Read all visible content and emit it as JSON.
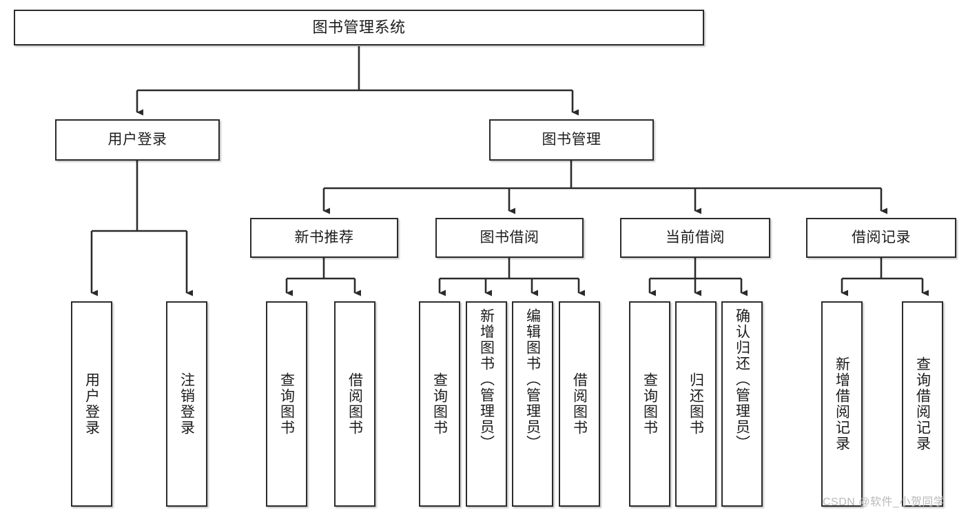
{
  "diagram": {
    "title": "图书管理系统",
    "type": "tree",
    "colors": {
      "node_border": "#2b2b2b",
      "node_fill": "#ffffff",
      "edge": "#2b2b2b",
      "text": "#1c1c1c",
      "watermark": "#b9b9b9"
    },
    "watermark": "CSDN @软件_小贺同学",
    "nodes": {
      "root": {
        "label": "图书管理系统"
      },
      "level2": [
        {
          "id": "user-login",
          "label": "用户登录"
        },
        {
          "id": "book-manage",
          "label": "图书管理"
        }
      ],
      "level3": [
        {
          "id": "new-book-recommend",
          "label": "新书推荐"
        },
        {
          "id": "book-borrow",
          "label": "图书借阅"
        },
        {
          "id": "current-borrow",
          "label": "当前借阅"
        },
        {
          "id": "borrow-record",
          "label": "借阅记录"
        }
      ],
      "leaves": {
        "user-login": [
          {
            "id": "leaf-user-login",
            "label": "用户登录"
          },
          {
            "id": "leaf-logout-login",
            "label": "注销登录"
          }
        ],
        "new-book-recommend": [
          {
            "id": "leaf-query-book-1",
            "label": "查询图书"
          },
          {
            "id": "leaf-borrow-book-1",
            "label": "借阅图书"
          }
        ],
        "book-borrow": [
          {
            "id": "leaf-query-book-2",
            "label": "查询图书"
          },
          {
            "id": "leaf-add-book",
            "label": "新增图书（管理员）"
          },
          {
            "id": "leaf-edit-book",
            "label": "编辑图书（管理员）"
          },
          {
            "id": "leaf-borrow-book-2",
            "label": "借阅图书"
          }
        ],
        "current-borrow": [
          {
            "id": "leaf-query-book-3",
            "label": "查询图书"
          },
          {
            "id": "leaf-return-book",
            "label": "归还图书"
          },
          {
            "id": "leaf-confirm-return",
            "label": "确认归还（管理员）"
          }
        ],
        "borrow-record": [
          {
            "id": "leaf-add-record",
            "label": "新增借阅记录"
          },
          {
            "id": "leaf-query-record",
            "label": "查询借阅记录"
          }
        ]
      }
    }
  }
}
